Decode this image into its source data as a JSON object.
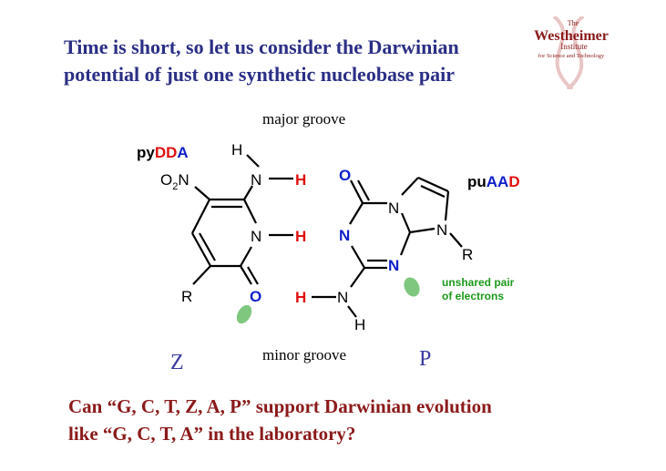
{
  "title_line1": "Time is short, so let us consider the Darwinian",
  "title_line2": "potential of just one synthetic nucleobase pair",
  "question_line1": "Can “G, C, T, Z, A, P” support Darwinian evolution",
  "question_line2": "like “G, C, T, A” in the laboratory?",
  "logo": {
    "the": "The",
    "name": "Westheimer",
    "institute": "Institute",
    "tagline": "for Science and Technology"
  },
  "groove_major": "major groove",
  "groove_minor": "minor groove",
  "base_z_label": "Z",
  "base_p_label": "P",
  "pydda": {
    "prefix": "py",
    "part1": "DD",
    "part2": "A"
  },
  "puaad": {
    "prefix": "pu",
    "part1": "AA",
    "part2": "D"
  },
  "atoms": {
    "h": "H",
    "n": "N",
    "o": "O",
    "r": "R",
    "o2n_o": "O",
    "o2n_sub": "2",
    "o2n_n": "N"
  },
  "unshared": {
    "line1": "unshared pair",
    "line2": "of electrons"
  },
  "colors": {
    "title": "#2b2f86",
    "question": "#8b1a1a",
    "red": "#e01010",
    "blue": "#1020c8",
    "green": "#1b9a1b",
    "lobe": "#7fc77f"
  }
}
